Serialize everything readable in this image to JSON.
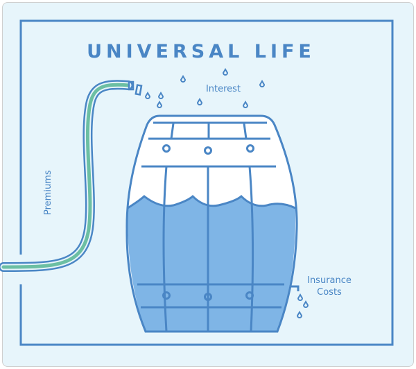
{
  "title": "UNIVERSAL LIFE",
  "labels": {
    "interest": "Interest",
    "premiums": "Premiums",
    "insurance_costs_line1": "Insurance",
    "insurance_costs_line2": "Costs"
  },
  "colors": {
    "background": "#e7f5fb",
    "line": "#4a86c5",
    "water": "#7fb5e6",
    "hose_green": "#6cbfa3"
  }
}
